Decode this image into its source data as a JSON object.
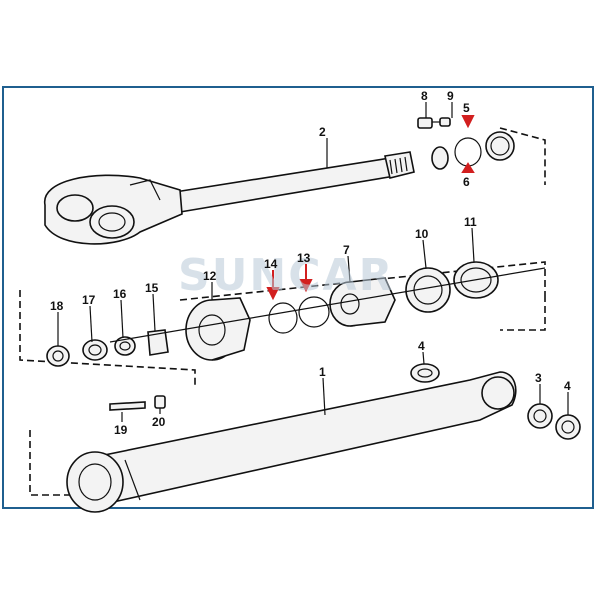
{
  "watermark": "SUNCAR",
  "callouts": [
    "1",
    "2",
    "3",
    "4",
    "4",
    "5",
    "6",
    "7",
    "8",
    "9",
    "10",
    "11",
    "12",
    "13",
    "14",
    "15",
    "16",
    "17",
    "18",
    "19",
    "20"
  ],
  "highlight_color": "#d21f1f",
  "frame_color": "#1f5f8f"
}
